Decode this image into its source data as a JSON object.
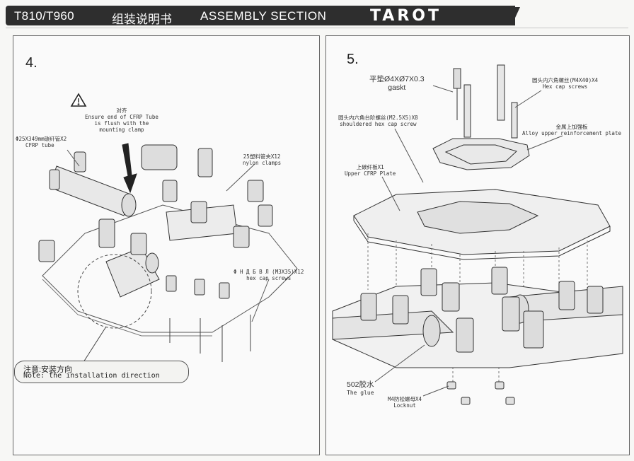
{
  "header": {
    "model": "T810/T960",
    "title_cn": "组装说明书",
    "section": "ASSEMBLY SECTION",
    "brand": "TAROT"
  },
  "step4": {
    "number": "4.",
    "align_cn": "对齐",
    "align_en_1": "Ensure end of CFRP Tube",
    "align_en_2": "is flush with the",
    "align_en_3": "mounting clamp",
    "tube_cn": "Φ25X349mm碳纤管X2",
    "tube_en": "CFRP tube",
    "clamp_cn": "25塑料管夹X12",
    "clamp_en": "nylon clamps",
    "screw_cn": "Φ H Д Б  Β Л (M3X35)X12",
    "screw_en": "hex cap screws",
    "note_cn": "注意:安装方向",
    "note_en": "Note: the installation direction"
  },
  "step5": {
    "number": "5.",
    "gasket_cn": "平垫Ø4XØ7X0.3",
    "gasket_en": "gaskt",
    "hexcap_cn": "圆头内六角螺丝(M4X40)X4",
    "hexcap_en": "Hex cap screws",
    "shoulder_cn": "圆头内六角台阶螺丝(M2.5X5)X8",
    "shoulder_en": "shouldered hex cap screw",
    "alloy_cn": "金属上加强板",
    "alloy_en": "Alloy upper reinforcement plate",
    "upper_cn": "上碳纤板X1",
    "upper_en": "Upper CFRP Plate",
    "glue_cn": "502胶水",
    "glue_en": "The glue",
    "lock_cn": "M4防松螺母X4",
    "lock_en": "Locknut"
  },
  "colors": {
    "header_bg": "#2e2e2e",
    "line": "#444444"
  }
}
